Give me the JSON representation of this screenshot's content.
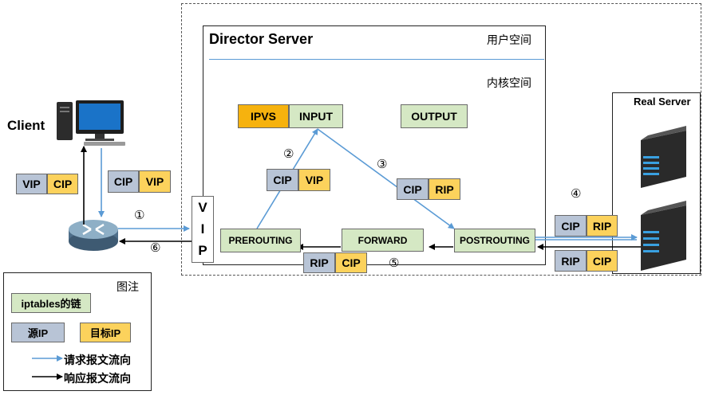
{
  "client": {
    "label": "Client"
  },
  "director": {
    "title": "Director Server",
    "user_space": "用户空间",
    "kernel_space": "内核空间",
    "vip_letters": [
      "V",
      "I",
      "P"
    ]
  },
  "real_server": {
    "title": "Real Server"
  },
  "chains": {
    "ipvs": "IPVS",
    "input": "INPUT",
    "output": "OUTPUT",
    "prerouting": "PREROUTING",
    "forward": "FORWARD",
    "postrouting": "POSTROUTING"
  },
  "packets": {
    "client_vip": "VIP",
    "client_cip": "CIP",
    "in_cip": "CIP",
    "in_vip": "VIP",
    "p2_cip": "CIP",
    "p2_vip": "VIP",
    "p3_cip": "CIP",
    "p3_rip": "RIP",
    "p5_rip": "RIP",
    "p5_cip": "CIP",
    "rs_in_cip": "CIP",
    "rs_in_rip": "RIP",
    "rs_out_rip": "RIP",
    "rs_out_cip": "CIP"
  },
  "steps": [
    "①",
    "②",
    "③",
    "④",
    "⑤",
    "⑥"
  ],
  "legend": {
    "title": "图注",
    "chain": "iptables的链",
    "src": "源IP",
    "dst": "目标IP",
    "request": "请求报文流向",
    "response": "响应报文流向"
  },
  "colors": {
    "request_arrow": "#5b9bd5",
    "response_arrow": "#000000",
    "chain_fill": "#d5e8c4",
    "source_ip_fill": "#b8c4d6",
    "dest_ip_fill": "#fcd25c",
    "ipvs_fill": "#f6b20e"
  }
}
